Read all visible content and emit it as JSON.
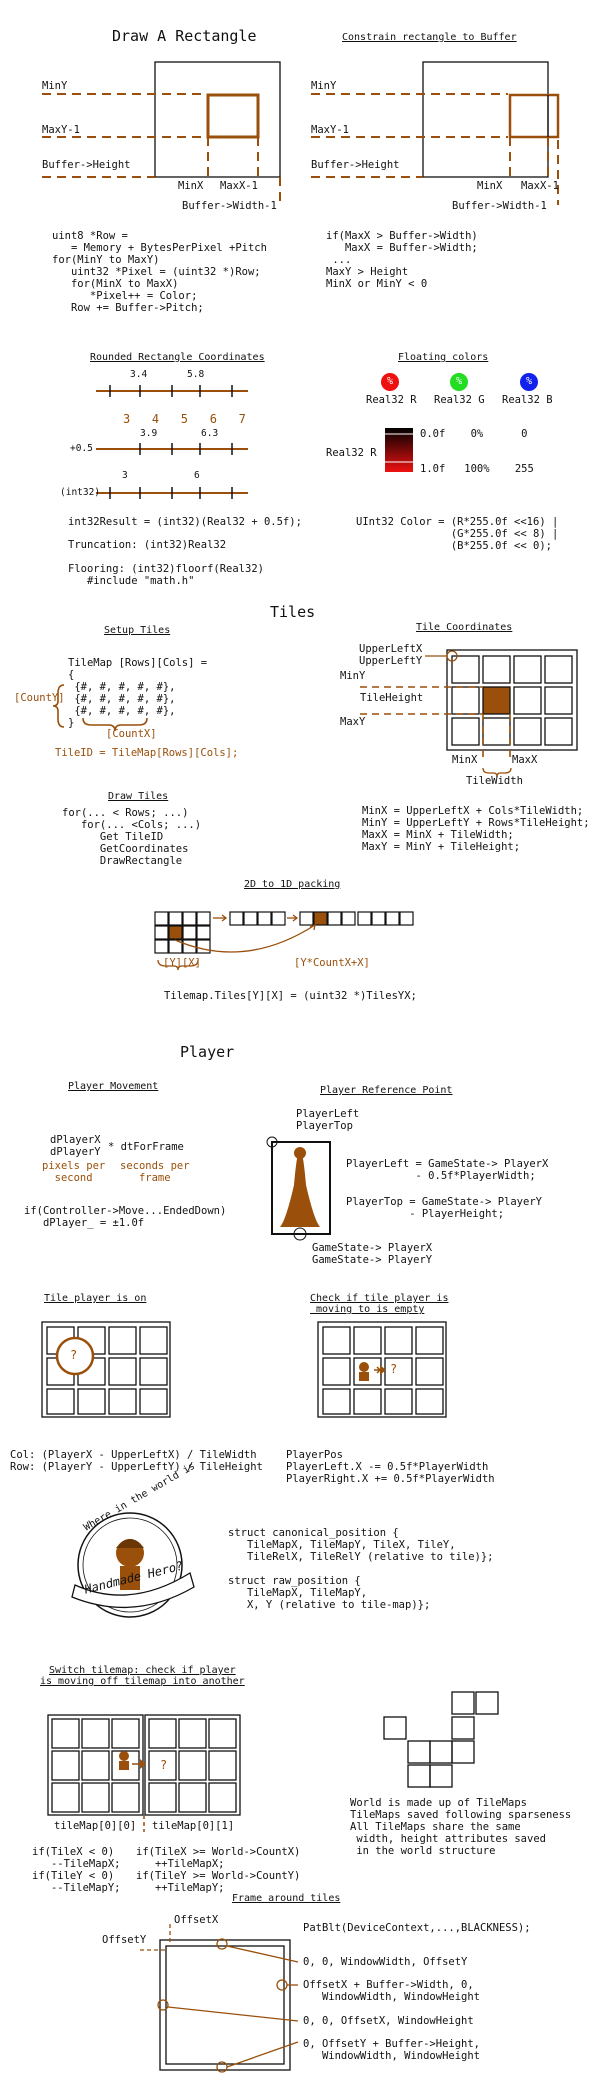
{
  "sections": {
    "draw_rect": {
      "title": "Draw A Rectangle",
      "labels": {
        "miny": "MinY",
        "maxy": "MaxY-1",
        "bufh": "Buffer->Height",
        "minx": "MinX",
        "maxx": "MaxX-1",
        "bufw": "Buffer->Width-1"
      },
      "code": "uint8 *Row =\n   = Memory + BytesPerPixel +Pitch\nfor(MinY to MaxY)\n   uint32 *Pixel = (uint32 *)Row;\n   for(MinX to MaxX)\n      *Pixel++ = Color;\n   Row += Buffer->Pitch;"
    },
    "constrain": {
      "title": "Constrain rectangle to Buffer",
      "labels": {
        "miny": "MinY",
        "maxy": "MaxY-1",
        "bufh": "Buffer->Height",
        "minx": "MinX",
        "maxx": "MaxX-1",
        "bufw": "Buffer->Width-1"
      },
      "code": "if(MaxX > Buffer->Width)\n   MaxX = Buffer->Width;\n ...\nMaxY > Height\nMinX or MinY < 0"
    },
    "rounded": {
      "title": "Rounded Rectangle Coordinates",
      "n34": "3.4",
      "n58": "5.8",
      "ints": "3   4   5   6   7",
      "n39": "3.9",
      "n63": "6.3",
      "plus05": "+0.5",
      "n3": "3",
      "n6": "6",
      "int32": "(int32)",
      "code1": "int32Result = (int32)(Real32 + 0.5f);",
      "code2": "Truncation: (int32)Real32",
      "code3": "Flooring: (int32)floorf(Real32)\n   #include \"math.h\""
    },
    "colors": {
      "title": "Floating colors",
      "pct": "%",
      "r": "Real32 R",
      "g": "Real32 G",
      "b": "Real32 B",
      "red": "#ee1111",
      "green": "#22dd22",
      "blue": "#1122ee",
      "scale_label": "Real32 R",
      "row0": "0.0f    0%      0",
      "row1": "1.0f   100%    255",
      "code": "UInt32 Color = (R*255.0f <<16) |\n               (G*255.0f << 8) |\n               (B*255.0f << 0);"
    },
    "tiles": {
      "title": "Tiles",
      "setup_title": "Setup Tiles",
      "setup_code": "TileMap [Rows][Cols] =\n{\n {#, #, #, #, #},\n {#, #, #, #, #},\n {#, #, #, #, #},\n}",
      "county": "[CountY]",
      "countx": "[CountX]",
      "tileid": "TileID = TileMap[Rows][Cols];",
      "coords_title": "Tile Coordinates",
      "upx": "UpperLeftX",
      "upy": "UpperLeftY",
      "miny": "MinY",
      "maxy": "MaxY",
      "tileh": "TileHeight",
      "minx": "MinX",
      "maxx": "MaxX",
      "tilew": "TileWidth",
      "draw_title": "Draw Tiles",
      "draw_code": "for(... < Rows; ...)\n   for(... <Cols; ...)\n      Get TileID\n      GetCoordinates\n      DrawRectangle",
      "coords_code": "MinX = UpperLeftX + Cols*TileWidth;\nMinY = UpperLeftY + Rows*TileHeight;\nMaxX = MinX + TileWidth;\nMaxY = MinY + TileHeight;",
      "pack_title": "2D to 1D packing",
      "yx": "[Y][X]",
      "ycount": "[Y*CountX+X]",
      "pack_code": "Tilemap.Tiles[Y][X] = (uint32 *)TilesYX;"
    },
    "player": {
      "title": "Player",
      "move_title": "Player Movement",
      "move_vars": "dPlayerX\ndPlayerY",
      "times": "* dtForFrame",
      "pps": "pixels per\n  second",
      "spf": "seconds per\n   frame",
      "move_code": "if(Controller->Move...EndedDown)\n   dPlayer_ = ±1.0f",
      "ref_title": "Player Reference Point",
      "pl": "PlayerLeft\nPlayerTop",
      "left_code": "PlayerLeft = GameState-> PlayerX\n           - 0.5f*PlayerWidth;",
      "top_code": "PlayerTop = GameState-> PlayerY\n          - PlayerHeight;",
      "gs": "GameState-> PlayerX\nGameState-> PlayerY",
      "tile_on_title": "Tile player is on",
      "check_title": "Check if tile player is\n moving to is empty",
      "q": "?",
      "colrow": "Col: (PlayerX - UpperLeftX) / TileWidth\nRow: (PlayerY - UpperLeftY) / TileHeight",
      "pos_code": "PlayerPos\nPlayerLeft.X -= 0.5f*PlayerWidth\nPlayerRight.X += 0.5f*PlayerWidth",
      "badge_top": "Where in the world is",
      "badge_name": "Handmade Hero?",
      "struct_code": "struct canonical_position {\n   TileMapX, TileMapY, TileX, TileY,\n   TileRelX, TileRelY (relative to tile)};\n\nstruct raw_position {\n   TileMapX, TileMapY,\n   X, Y (relative to tile-map)};"
    },
    "switch": {
      "title": "Switch tilemap: check if player\nis moving off tilemap into another",
      "tm0": "tileMap[0][0]",
      "tm1": "tileMap[0][1]",
      "code_left": "if(TileX < 0)\n   --TileMapX;\nif(TileY < 0)\n   --TileMapY;",
      "code_right": "if(TileX >= World->CountX)\n   ++TileMapX;\nif(TileY >= World->CountY)\n   ++TileMapY;",
      "world_text": "World is made up of TileMaps\nTileMaps saved following sparseness\nAll TileMaps share the same\n width, height attributes saved\n in the world structure"
    },
    "frame": {
      "title": "Frame around tiles",
      "offx": "OffsetX",
      "offy": "OffsetY",
      "c1": "PatBlt(DeviceContext,...,BLACKNESS);",
      "c2": "0, 0, WindowWidth, OffsetY",
      "c3": "OffsetX + Buffer->Width, 0,\n   WindowWidth, WindowHeight",
      "c4": "0, 0, OffsetX, WindowHeight",
      "c5": "0, OffsetY + Buffer->Height,\n   WindowWidth, WindowHeight"
    }
  },
  "colors": {
    "accent": "#9a4f0a",
    "ink": "#111111"
  }
}
